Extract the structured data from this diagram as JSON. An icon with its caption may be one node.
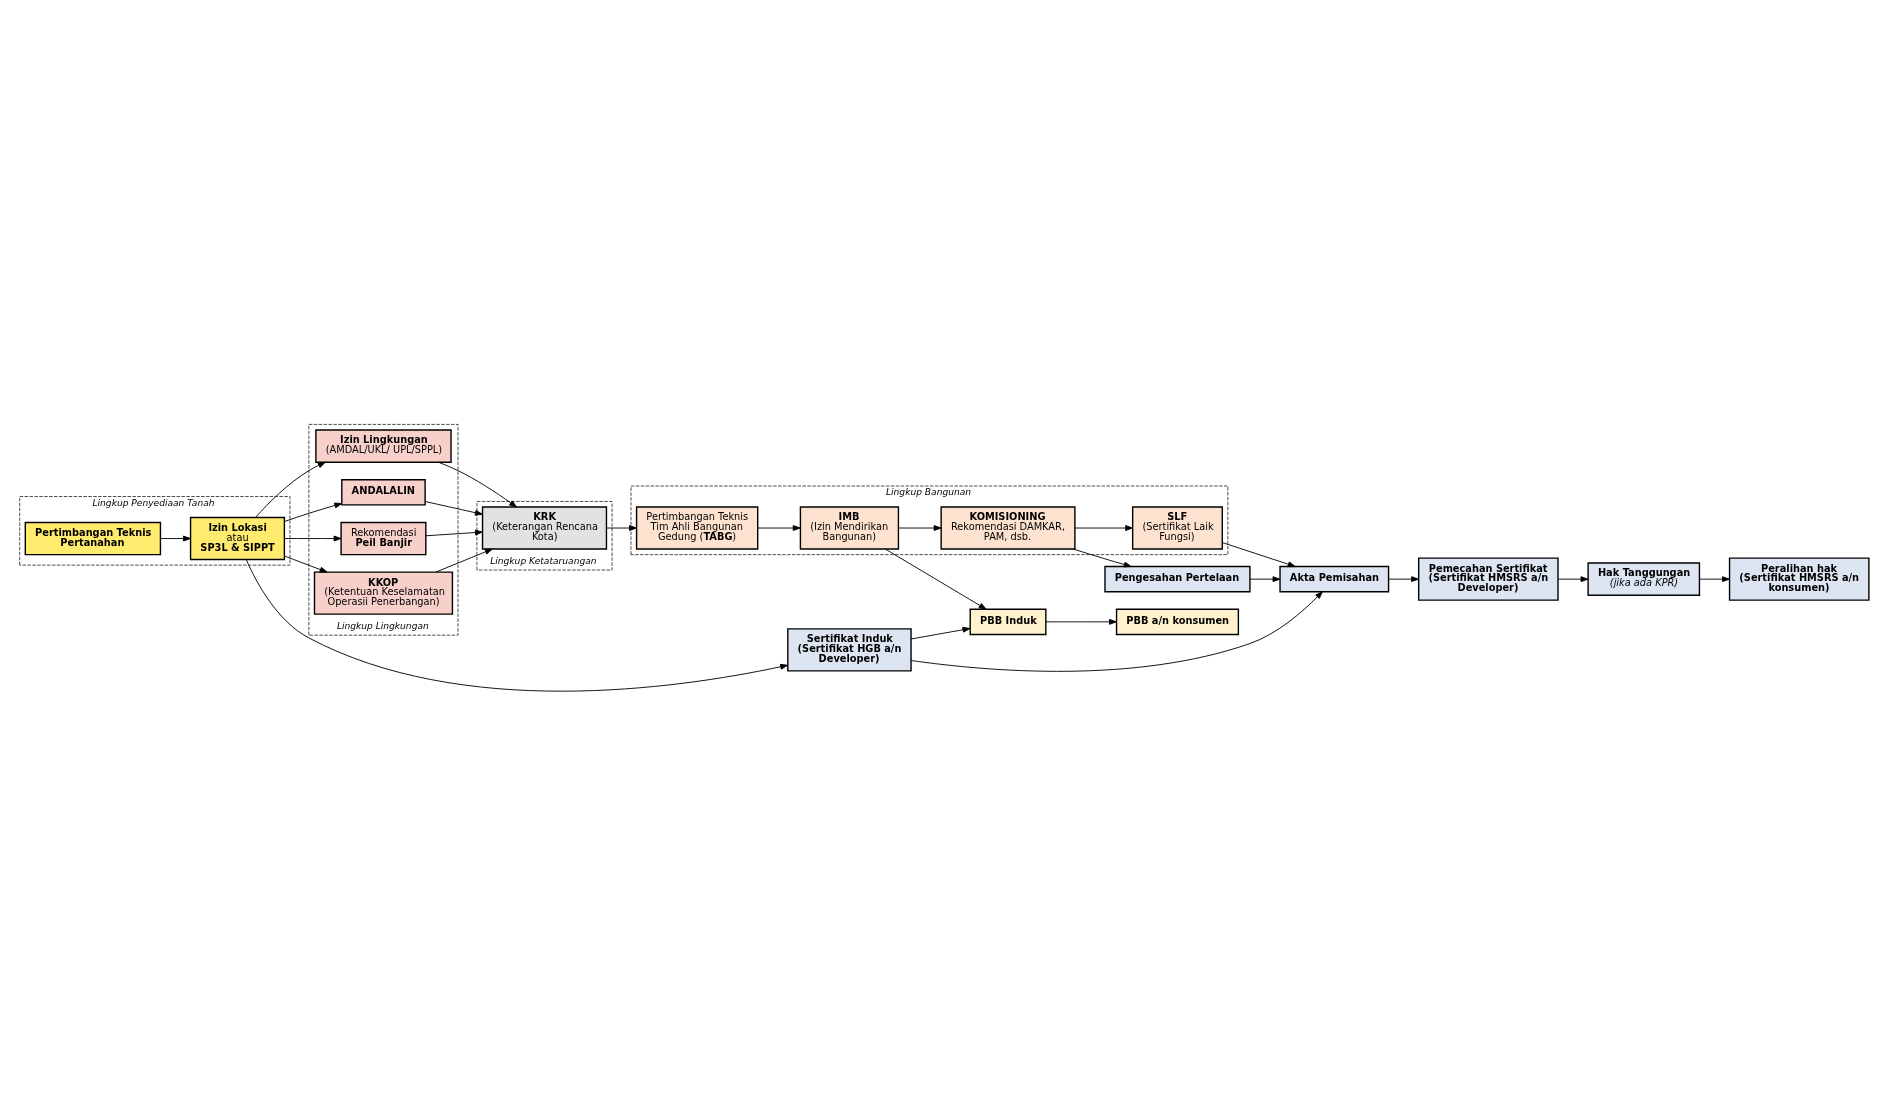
{
  "diagram": {
    "nodes": [
      {
        "text": [
          "Lingkup Penyediaan Tanah"
        ]
      },
      {
        "text": [
          "Pertimbangan Teknis Pertanahan"
        ],
        "in": 0
      },
      {
        "text": [
          "Izin Lokasi",
          "atau",
          "SP3L & SIPPT"
        ],
        "in": 0
      },
      {
        "text": [
          "Lingkup Lingkungan"
        ]
      },
      {
        "text": [
          "Izin Lingkungan",
          "(AMDAL/UKL/ UPL/SPPL)"
        ],
        "in": 3
      },
      {
        "text": [
          "ANDALALIN"
        ],
        "in": 3
      },
      {
        "text": [
          "Rekomendasi",
          "Peil Banjir"
        ],
        "in": 3
      },
      {
        "text": [
          "KKOP",
          "(Ketentuan Keselamatan Operasii Penerbangan)"
        ],
        "in": 3
      },
      {
        "text": [
          "Lingkup Ketataruangan"
        ]
      },
      {
        "text": [
          "KRK",
          "(Keterangan Rencana Kota)"
        ],
        "in": 8
      },
      {
        "text": [
          "Lingkup Bangunan"
        ]
      },
      {
        "text": [
          "Pertimbangan Teknis Tim Ahli Bangunan Gedung (**TABG**)"
        ],
        "in": 10
      },
      {
        "text": [
          "IMB",
          "(Izin Mendirikan Bangunan)"
        ],
        "in": 10
      },
      {
        "text": [
          "KOMISIONING",
          "Rekomendasi DAMKAR, PAM, dsb."
        ],
        "in": 10
      },
      {
        "text": [
          "SLF",
          "(Sertifikat Laik Fungsi)"
        ],
        "in": 10
      },
      {
        "text": [
          "Pengesahan Pertelaan"
        ]
      },
      {
        "text": [
          "Sertifikat Induk (Sertifikat HGB a/n Developer)"
        ]
      },
      {
        "text": [
          "PBB Induk"
        ]
      },
      {
        "text": [
          "PBB a/n konsumen"
        ]
      },
      {
        "text": [
          "Akta Pemisahan"
        ]
      },
      {
        "text": [
          "Pemecahan Sertifikat (Sertifikat HMSRS a/n Developer)"
        ]
      },
      {
        "text": [
          "Hak Tanggungan",
          "(jika ada KPR)"
        ]
      },
      {
        "text": [
          "Peralihan hak (Sertifikat HMSRS a/n konsumen)"
        ]
      }
    ],
    "edges": [
      {
        "from": 1,
        "to": 2,
        "arrow": "to"
      },
      {
        "from": 2,
        "to": 4,
        "arrow": "to"
      },
      {
        "from": 2,
        "to": 5,
        "arrow": "to"
      },
      {
        "from": 2,
        "to": 6,
        "arrow": "to"
      },
      {
        "from": 2,
        "to": 7,
        "arrow": "to"
      },
      {
        "from": 4,
        "to": 9,
        "arrow": "to"
      },
      {
        "from": 5,
        "to": 9,
        "arrow": "to"
      },
      {
        "from": 6,
        "to": 9,
        "arrow": "to"
      },
      {
        "from": 7,
        "to": 9,
        "arrow": "to"
      },
      {
        "from": 9,
        "to": 11,
        "arrow": "to"
      },
      {
        "from": 11,
        "to": 12,
        "arrow": "to"
      },
      {
        "from": 12,
        "to": 13,
        "arrow": "to"
      },
      {
        "from": 13,
        "to": 14,
        "arrow": "to"
      },
      {
        "from": 12,
        "to": 17,
        "arrow": "to"
      },
      {
        "from": 2,
        "to": 16,
        "arrow": "to"
      },
      {
        "from": 16,
        "to": 17,
        "arrow": "to"
      },
      {
        "from": 17,
        "to": 18,
        "arrow": "to"
      },
      {
        "from": 16,
        "to": 19,
        "arrow": "to"
      },
      {
        "from": 13,
        "to": 15,
        "arrow": "to"
      },
      {
        "from": 15,
        "to": 19,
        "arrow": "to"
      },
      {
        "from": 14,
        "to": 19,
        "arrow": "to"
      },
      {
        "from": 19,
        "to": 20,
        "arrow": "to"
      },
      {
        "from": 20,
        "to": 21,
        "arrow": "to"
      },
      {
        "from": 21,
        "to": 22,
        "arrow": "to"
      }
    ]
  }
}
